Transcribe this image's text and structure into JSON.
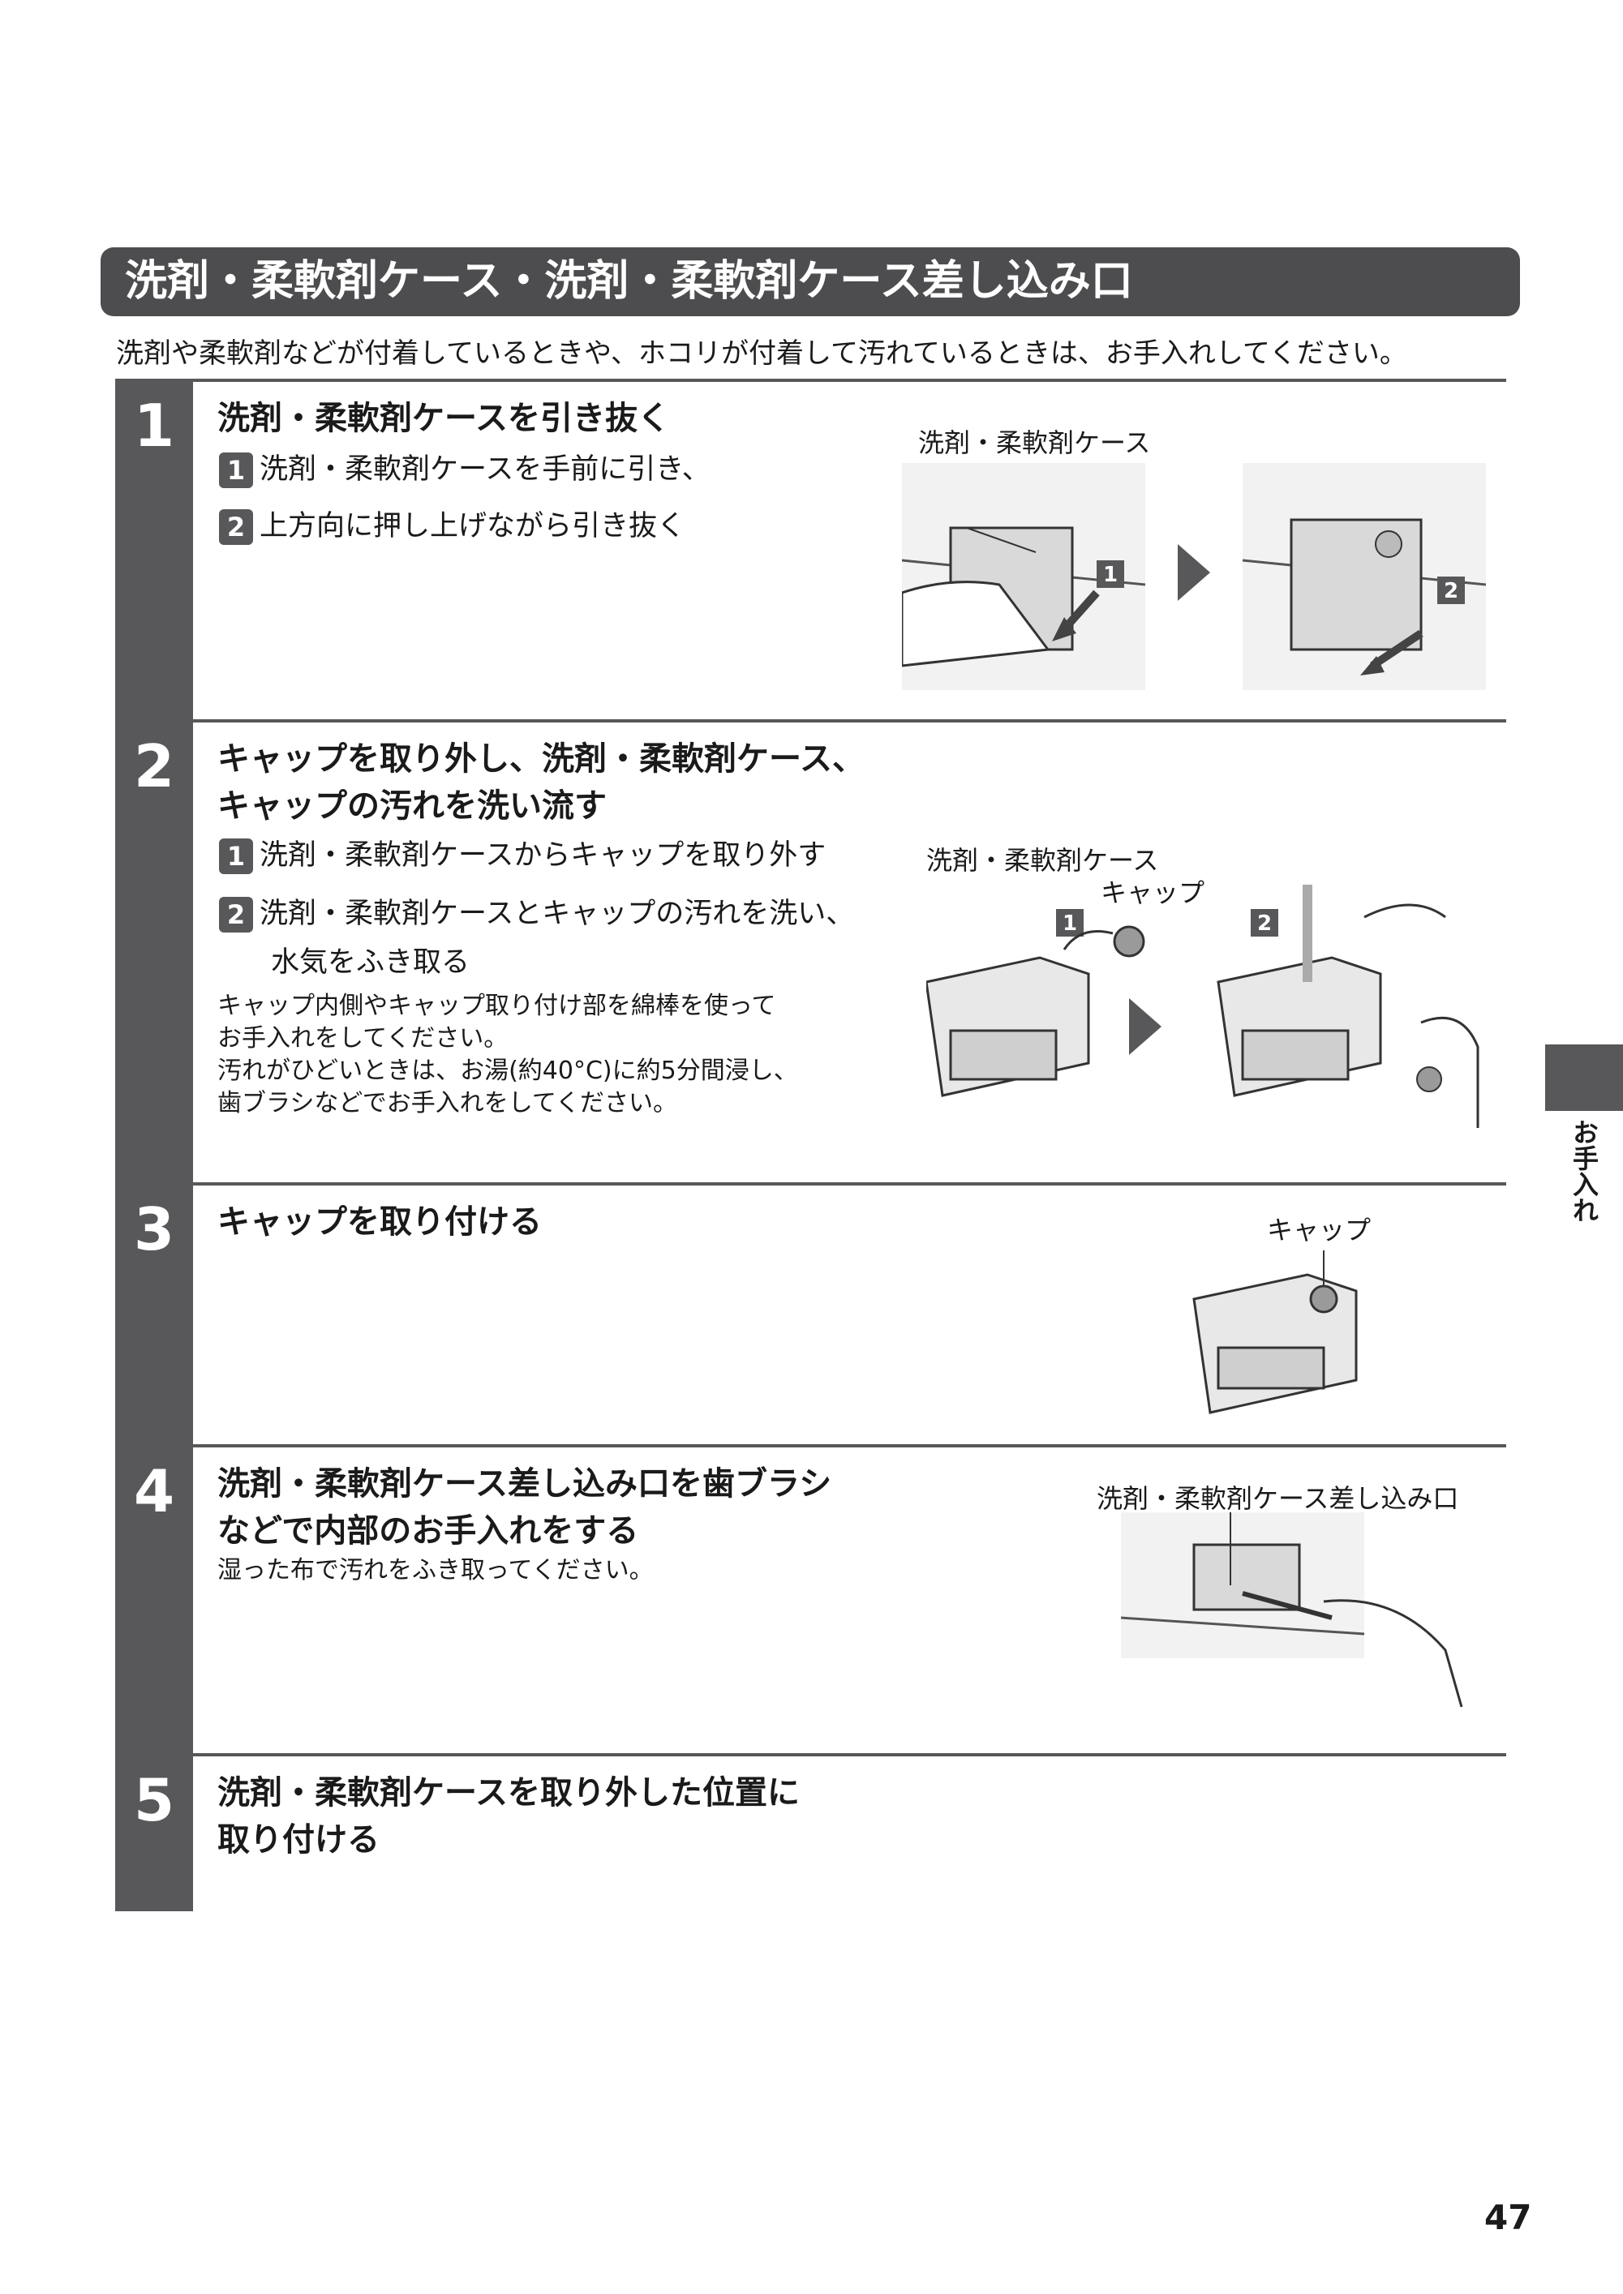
{
  "title": "洗剤・柔軟剤ケース・洗剤・柔軟剤ケース差し込み口",
  "intro": "洗剤や柔軟剤などが付着しているときや、ホコリが付着して汚れているときは、お手入れしてください。",
  "steps": [
    {
      "num": "1",
      "title": "洗剤・柔軟剤ケースを引き抜く",
      "subs": [
        {
          "badge": "1",
          "text": "洗剤・柔軟剤ケースを手前に引き、"
        },
        {
          "badge": "2",
          "text": "上方向に押し上げながら引き抜く"
        }
      ],
      "labels": {
        "case": "洗剤・柔軟剤ケース",
        "marker1": "1",
        "marker2": "2"
      }
    },
    {
      "num": "2",
      "title_line1": "キャップを取り外し、洗剤・柔軟剤ケース、",
      "title_line2": "キャップの汚れを洗い流す",
      "subs": [
        {
          "badge": "1",
          "text": "洗剤・柔軟剤ケースからキャップを取り外す"
        },
        {
          "badge": "2",
          "text": "洗剤・柔軟剤ケースとキャップの汚れを洗い、"
        }
      ],
      "sub2_cont": "水気をふき取る",
      "notes": [
        "キャップ内側やキャップ取り付け部を綿棒を使って",
        "お手入れをしてください。",
        "汚れがひどいときは、お湯(約40°C)に約5分間浸し、",
        "歯ブラシなどでお手入れをしてください。"
      ],
      "labels": {
        "case": "洗剤・柔軟剤ケース",
        "cap": "キャップ",
        "marker1": "1",
        "marker2": "2"
      }
    },
    {
      "num": "3",
      "title": "キャップを取り付ける",
      "labels": {
        "cap": "キャップ"
      }
    },
    {
      "num": "4",
      "title_line1": "洗剤・柔軟剤ケース差し込み口を歯ブラシ",
      "title_line2": "などで内部のお手入れをする",
      "note": "湿った布で汚れをふき取ってください。",
      "labels": {
        "slot": "洗剤・柔軟剤ケース差し込み口"
      }
    },
    {
      "num": "5",
      "title_line1": "洗剤・柔軟剤ケースを取り外した位置に",
      "title_line2": "取り付ける"
    }
  ],
  "side_tab": "お手入れ",
  "page_number": "47"
}
